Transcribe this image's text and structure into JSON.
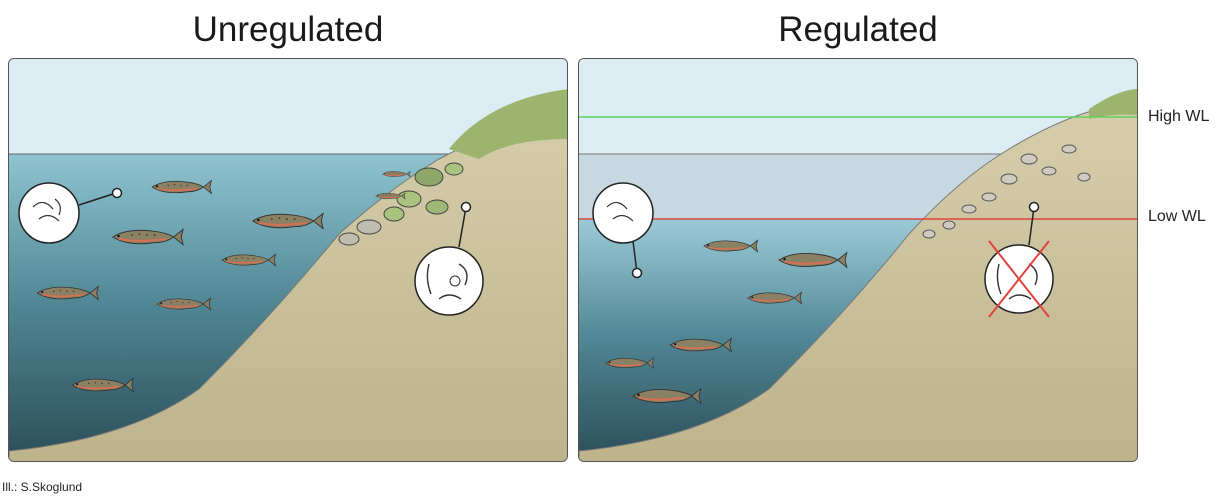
{
  "titles": {
    "unregulated": "Unregulated",
    "regulated": "Regulated"
  },
  "water_levels": {
    "high": "High WL",
    "low": "Low WL"
  },
  "credit": "Ill.: S.Skoglund",
  "colors": {
    "sky": "#dcecf3",
    "water_top": "#8fc3d0",
    "water_deep": "#2f5560",
    "bank": "#cfc6a3",
    "grass": "#8fb06a",
    "high_wl_line": "#5ed25e",
    "low_wl_line": "#e0443c",
    "cross": "#e0443c"
  },
  "icons": {
    "fish": "trout-icon",
    "zooplankton": "zooplankton-icon",
    "benthic": "benthic-invertebrates-icon",
    "stones": "stone-icon",
    "cross": "cross-icon"
  }
}
